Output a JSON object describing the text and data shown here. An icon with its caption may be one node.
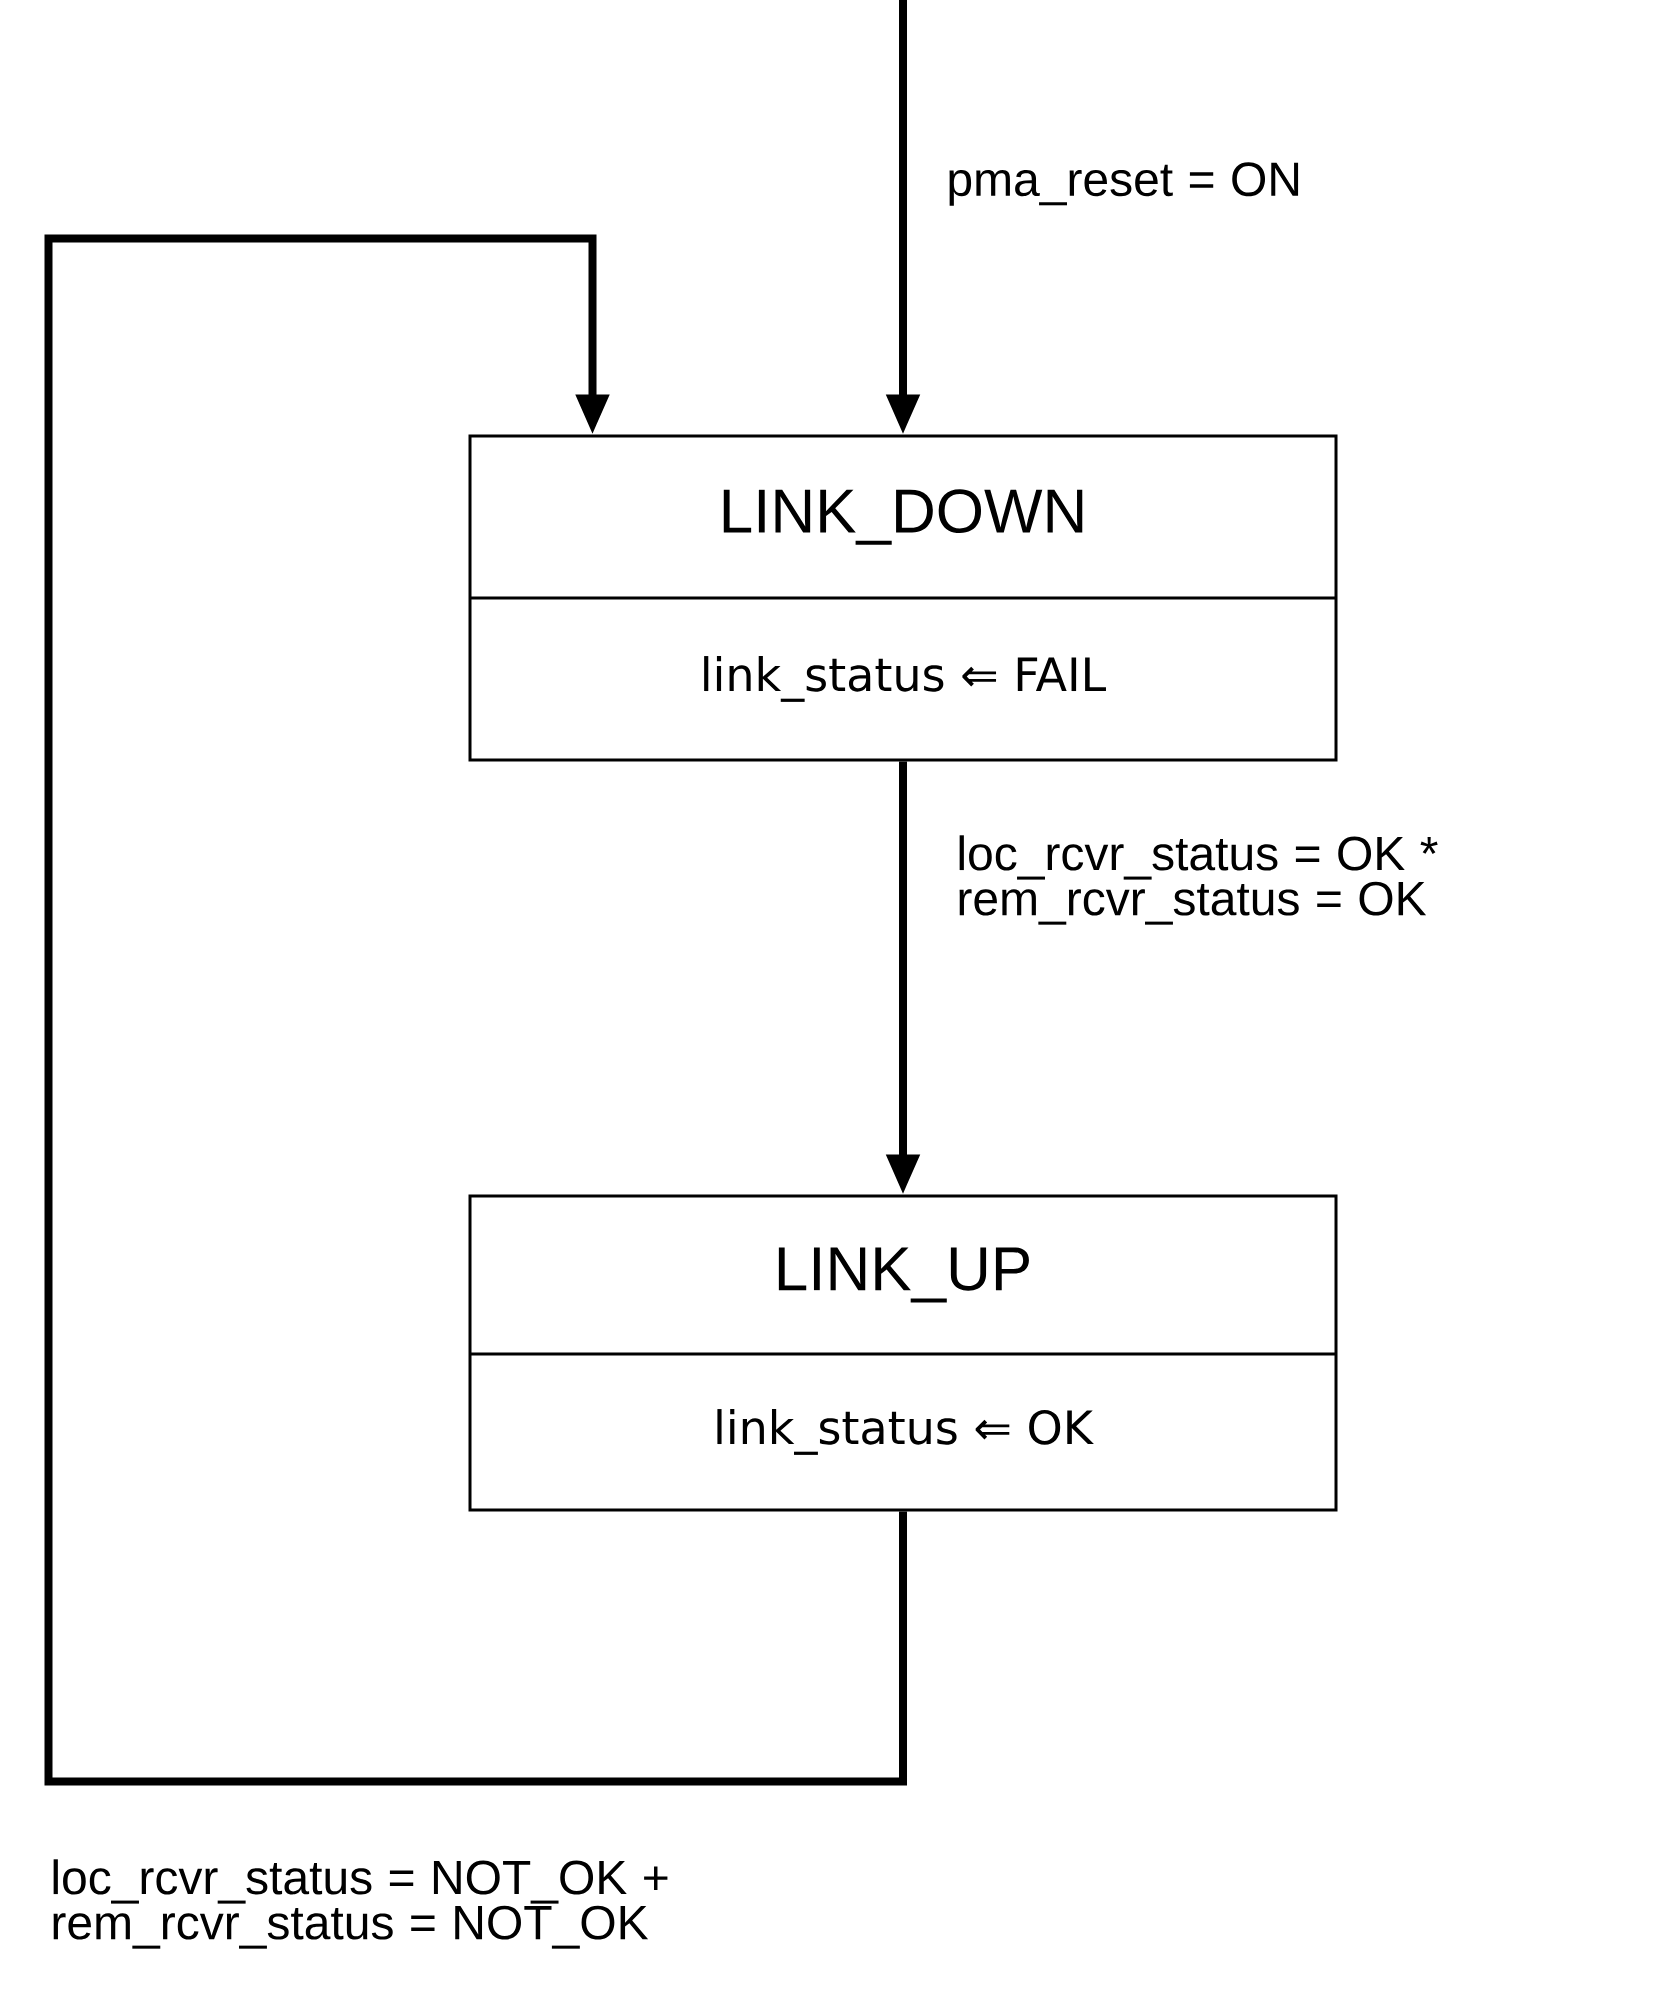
{
  "diagram": {
    "nodes": [
      {
        "text": [
          "LINK_DOWN",
          "link_status ⇐ FAIL"
        ]
      },
      {
        "text": [
          "LINK_UP",
          "link_status ⇐ OK"
        ]
      }
    ],
    "edges": [
      {
        "from": null,
        "to": 0,
        "arrow": "to",
        "label": "pma_reset = ON"
      },
      {
        "from": 0,
        "to": 1,
        "arrow": "to",
        "label": "loc_rcvr_status = OK * rem_rcvr_status = OK"
      },
      {
        "from": 1,
        "to": 0,
        "arrow": "to",
        "label": "loc_rcvr_status = NOT_OK + rem_rcvr_status = NOT_OK"
      }
    ]
  }
}
